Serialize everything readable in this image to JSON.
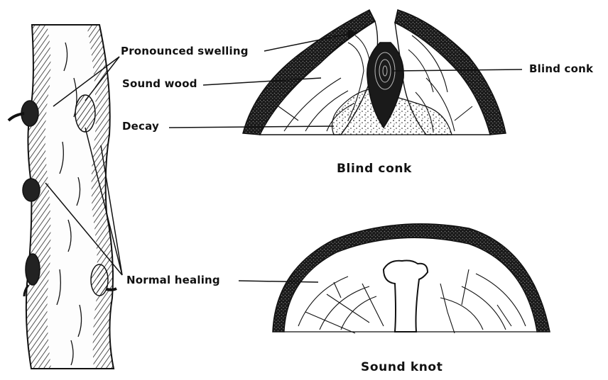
{
  "labels": {
    "pronounced_swelling": "Pronounced swelling",
    "sound_wood": "Sound wood",
    "decay": "Decay",
    "blind_conk": "Blind conk",
    "normal_healing": "Normal healing"
  },
  "captions": {
    "blind_conk": "Blind conk",
    "sound_knot": "Sound knot"
  }
}
